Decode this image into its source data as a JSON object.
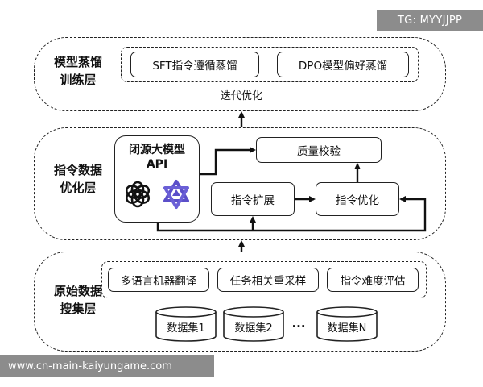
{
  "watermarks": {
    "top": "TG: MYYJJPP",
    "bottom": "www.cn-main-kaiyungame.com"
  },
  "layers": {
    "distill": {
      "title": "模型蒸馏\n训练层",
      "boxes": [
        "SFT指令遵循蒸馏",
        "DPO模型偏好蒸馏"
      ],
      "caption": "迭代优化"
    },
    "optimize": {
      "title": "指令数据\n优化层",
      "api_label": "闭源大模型\nAPI",
      "quality": "质量校验",
      "expand": "指令扩展",
      "refine": "指令优化"
    },
    "collect": {
      "title": "原始数据\n搜集层",
      "boxes": [
        "多语言机器翻译",
        "任务相关重采样",
        "指令难度评估"
      ],
      "datasets": [
        "数据集1",
        "数据集2",
        "数据集N"
      ],
      "ellipsis": "..."
    }
  },
  "icons": [
    "openai-logo-icon",
    "star-of-david-logo-icon",
    "database-icon"
  ]
}
